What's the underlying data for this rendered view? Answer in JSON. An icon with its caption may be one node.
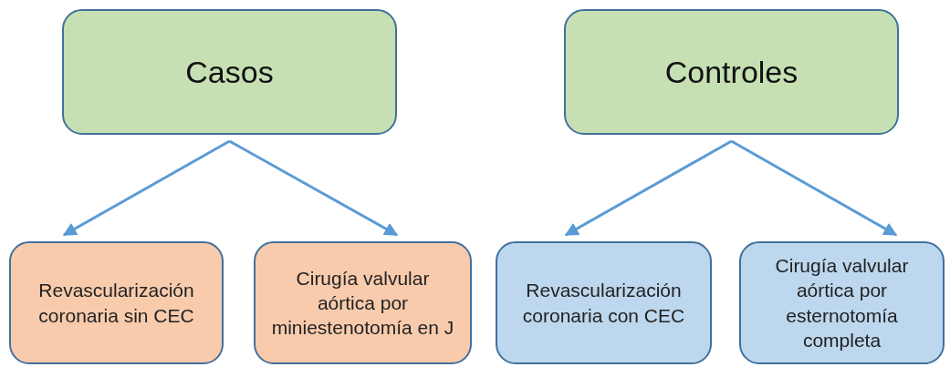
{
  "diagram": {
    "nodes": [
      {
        "text": [
          "Casos"
        ]
      },
      {
        "text": [
          "Controles"
        ]
      },
      {
        "text": [
          "Revascularización coronaria sin CEC"
        ]
      },
      {
        "text": [
          "Cirugía valvular aórtica por miniestenotomía en J"
        ]
      },
      {
        "text": [
          "Revascularización coronaria con CEC"
        ]
      },
      {
        "text": [
          "Cirugía valvular aórtica por esternotomía completa"
        ]
      }
    ],
    "edges": [
      {
        "from": 0,
        "to": 2,
        "arrow": "to"
      },
      {
        "from": 0,
        "to": 3,
        "arrow": "to"
      },
      {
        "from": 1,
        "to": 4,
        "arrow": "to"
      },
      {
        "from": 1,
        "to": 5,
        "arrow": "to"
      }
    ]
  }
}
